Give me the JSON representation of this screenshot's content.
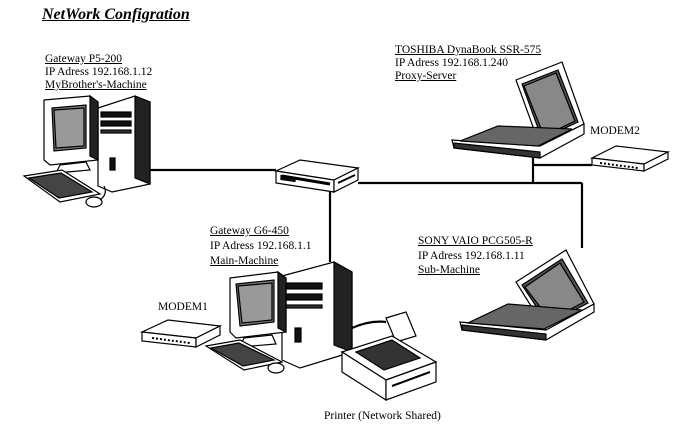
{
  "title": "NetWork Configration",
  "nodes": {
    "gateway_p5": {
      "model": "Gateway P5-200",
      "ip": "IP Adress 192.168.1.12",
      "role": "MyBrother's-Machine"
    },
    "toshiba": {
      "model": "TOSHIBA DynaBook SSR-575",
      "ip": "IP Adress 192.168.1.240",
      "role": "Proxy-Server"
    },
    "gateway_g6": {
      "model": "Gateway G6-450",
      "ip": "IP Adress 192.168.1.1",
      "role": "Main-Machine"
    },
    "sony": {
      "model": "SONY VAIO PCG505-R",
      "ip": "IP Adress 192.168.1.11",
      "role": "Sub-Machine"
    }
  },
  "devices": {
    "modem1": "MODEM1",
    "modem2": "MODEM2",
    "printer": "Printer (Network Shared)"
  },
  "icons": {
    "desktop": "desktop-computer-icon",
    "laptop": "laptop-computer-icon",
    "hub": "network-hub-icon",
    "modem": "modem-icon",
    "printer": "printer-icon"
  }
}
